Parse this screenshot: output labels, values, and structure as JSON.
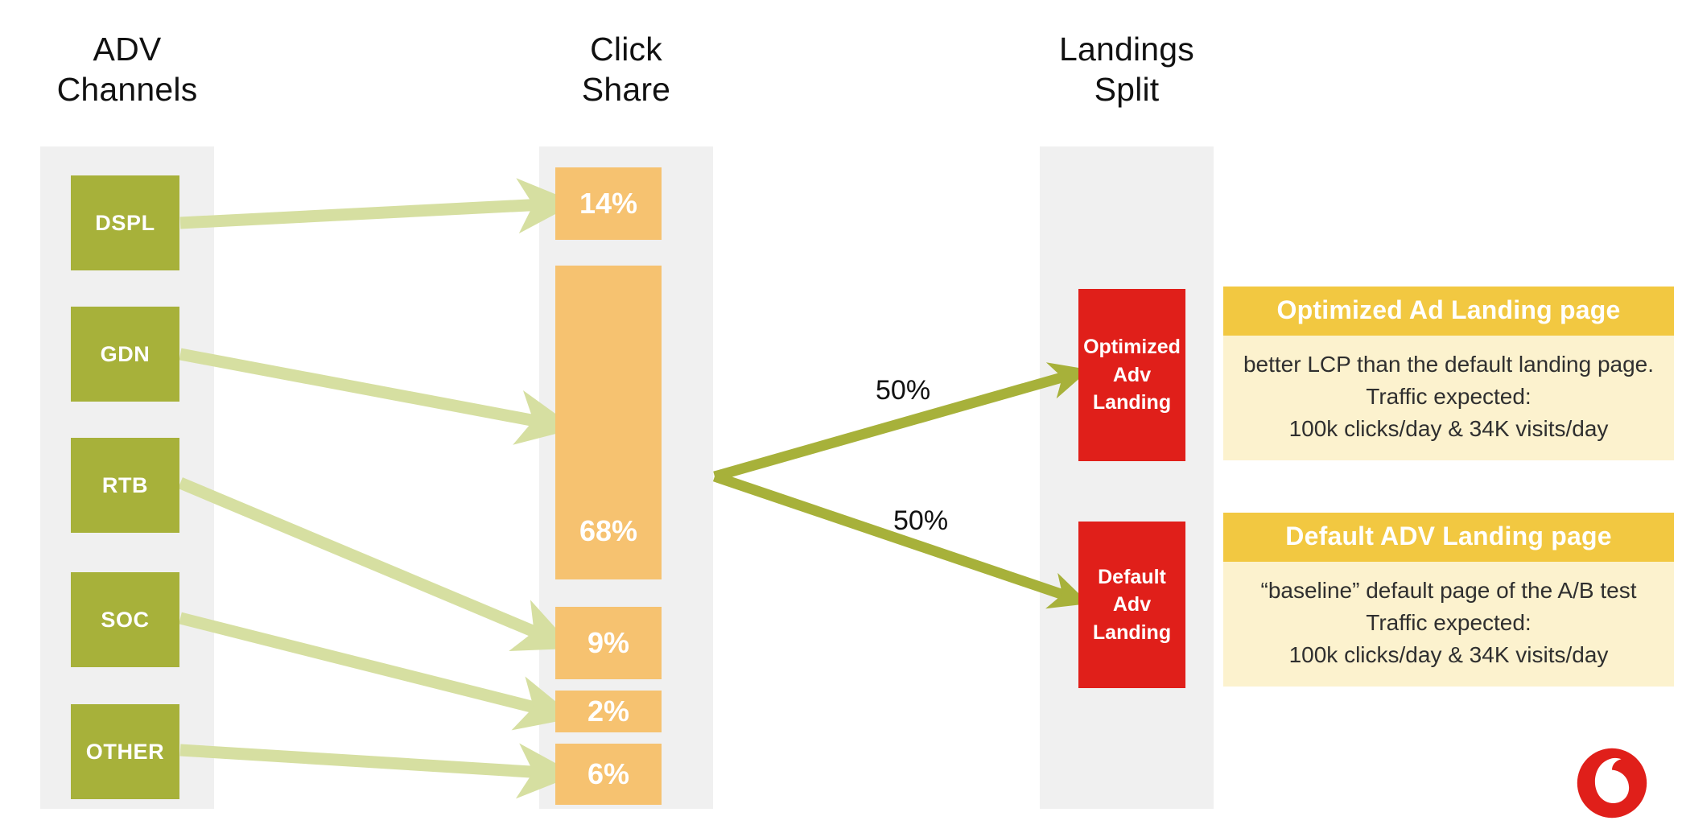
{
  "columns": [
    {
      "title_line1": "ADV",
      "title_line2": "Channels"
    },
    {
      "title_line1": "Click",
      "title_line2": "Share"
    },
    {
      "title_line1": "Landings",
      "title_line2": "Split"
    }
  ],
  "adv_channels": [
    {
      "label": "DSPL"
    },
    {
      "label": "GDN"
    },
    {
      "label": "RTB"
    },
    {
      "label": "SOC"
    },
    {
      "label": "OTHER"
    }
  ],
  "click_share": [
    {
      "label": "14%"
    },
    {
      "label": "68%"
    },
    {
      "label": "9%"
    },
    {
      "label": "2%"
    },
    {
      "label": "6%"
    }
  ],
  "landings": [
    {
      "line1": "Optimized",
      "line2": "Adv",
      "line3": "Landing"
    },
    {
      "line1": "Default",
      "line2": "Adv",
      "line3": "Landing"
    }
  ],
  "split_labels": [
    {
      "value": "50%"
    },
    {
      "value": "50%"
    }
  ],
  "info_cards": [
    {
      "title": "Optimized Ad Landing page",
      "lines": [
        "better LCP than the default landing page.",
        "Traffic expected:",
        "100k clicks/day  & 34K visits/day"
      ]
    },
    {
      "title": "Default ADV Landing page",
      "lines": [
        "“baseline” default page of the A/B test",
        "Traffic expected:",
        "100k clicks/day  & 34K visits/day"
      ]
    }
  ],
  "brand": {
    "logo_name": "vodafone-logo"
  },
  "colors": {
    "channel_green": "#a7b13a",
    "share_orange": "#f6c270",
    "landing_red": "#e01f1a",
    "card_header_yellow": "#f2c841",
    "card_body_cream": "#fcf2ce",
    "column_grey": "#f0f0f0",
    "flow_light_green": "#d6dfa1",
    "flow_dark_green": "#a7b13a",
    "text_dark": "#111111"
  },
  "chart_data": {
    "type": "diagram",
    "title": "ADV click flow and landing split",
    "categories": [
      "DSPL",
      "GDN",
      "RTB",
      "SOC",
      "OTHER"
    ],
    "click_share_values": [
      14,
      68,
      9,
      2,
      6
    ],
    "landing_split_values": [
      50,
      50
    ],
    "landing_names": [
      "Optimized Adv Landing",
      "Default Adv Landing"
    ],
    "flows": [
      {
        "from": "DSPL",
        "to": "14%"
      },
      {
        "from": "GDN",
        "to": "68%"
      },
      {
        "from": "RTB",
        "to": "9%"
      },
      {
        "from": "SOC",
        "to": "2%"
      },
      {
        "from": "OTHER",
        "to": "6%"
      }
    ]
  }
}
